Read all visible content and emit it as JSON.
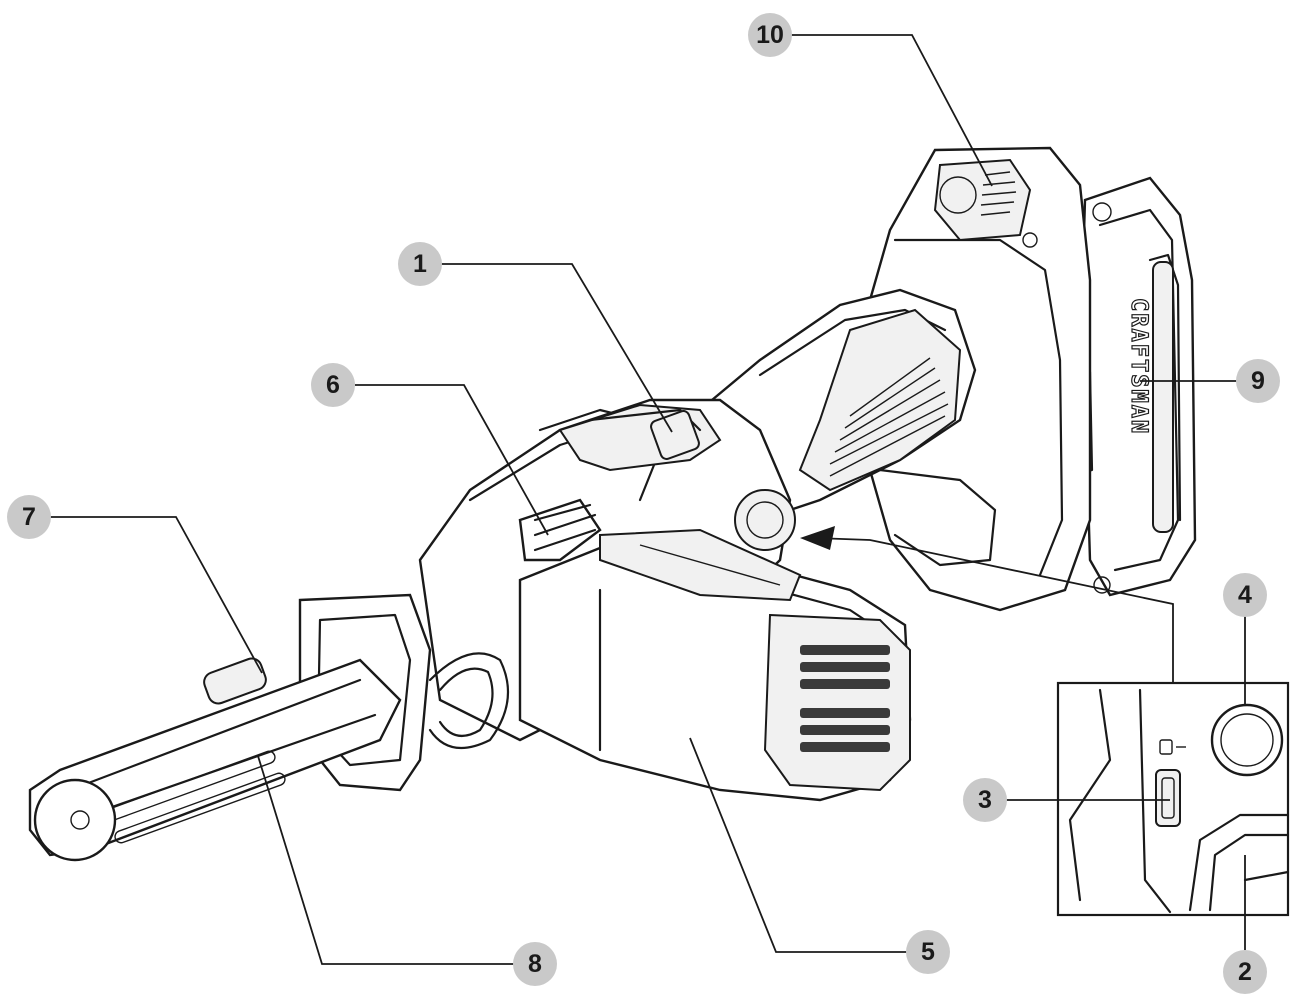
{
  "diagram": {
    "brand_text": "CRAFTSMAN",
    "callouts": [
      {
        "id": "1",
        "label": "1"
      },
      {
        "id": "2",
        "label": "2"
      },
      {
        "id": "3",
        "label": "3"
      },
      {
        "id": "4",
        "label": "4"
      },
      {
        "id": "5",
        "label": "5"
      },
      {
        "id": "6",
        "label": "6"
      },
      {
        "id": "7",
        "label": "7"
      },
      {
        "id": "8",
        "label": "8"
      },
      {
        "id": "9",
        "label": "9"
      },
      {
        "id": "10",
        "label": "10"
      }
    ],
    "colors": {
      "callout_fill": "#c9c9c9",
      "line": "#1a1a1a",
      "background": "#ffffff"
    }
  }
}
